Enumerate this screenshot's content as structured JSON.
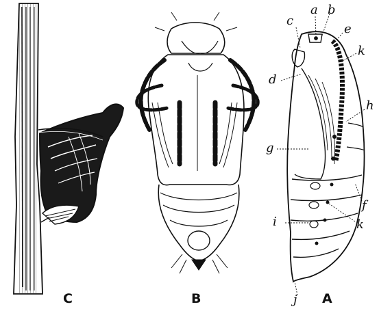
{
  "figure": {
    "panel_captions": {
      "c": "C",
      "b": "B",
      "a": "A"
    },
    "part_labels": {
      "a": "a",
      "b": "b",
      "c": "c",
      "d": "d",
      "e": "e",
      "f": "f",
      "g": "g",
      "h": "h",
      "i": "i",
      "j": "j",
      "k_upper": "k",
      "k_lower": "k"
    },
    "colors": {
      "ink": "#111111",
      "paper": "#ffffff"
    }
  }
}
